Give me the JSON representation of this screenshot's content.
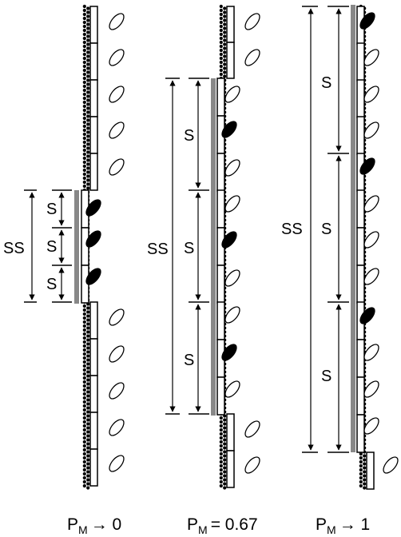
{
  "panels": [
    {
      "caption": {
        "main": "P",
        "sub": "M",
        "rest": "→ 0"
      },
      "ss_label": "SS",
      "s_label": "S"
    },
    {
      "caption": {
        "main": "P",
        "sub": "M",
        "rest": "= 0.67"
      },
      "ss_label": "SS",
      "s_label": "S"
    },
    {
      "caption": {
        "main": "P",
        "sub": "M",
        "rest": "→ 1"
      },
      "ss_label": "SS",
      "s_label": "S"
    }
  ],
  "colors": {
    "ink": "#000000",
    "sarcomere_bar": "#888888",
    "background": "#ffffff"
  }
}
